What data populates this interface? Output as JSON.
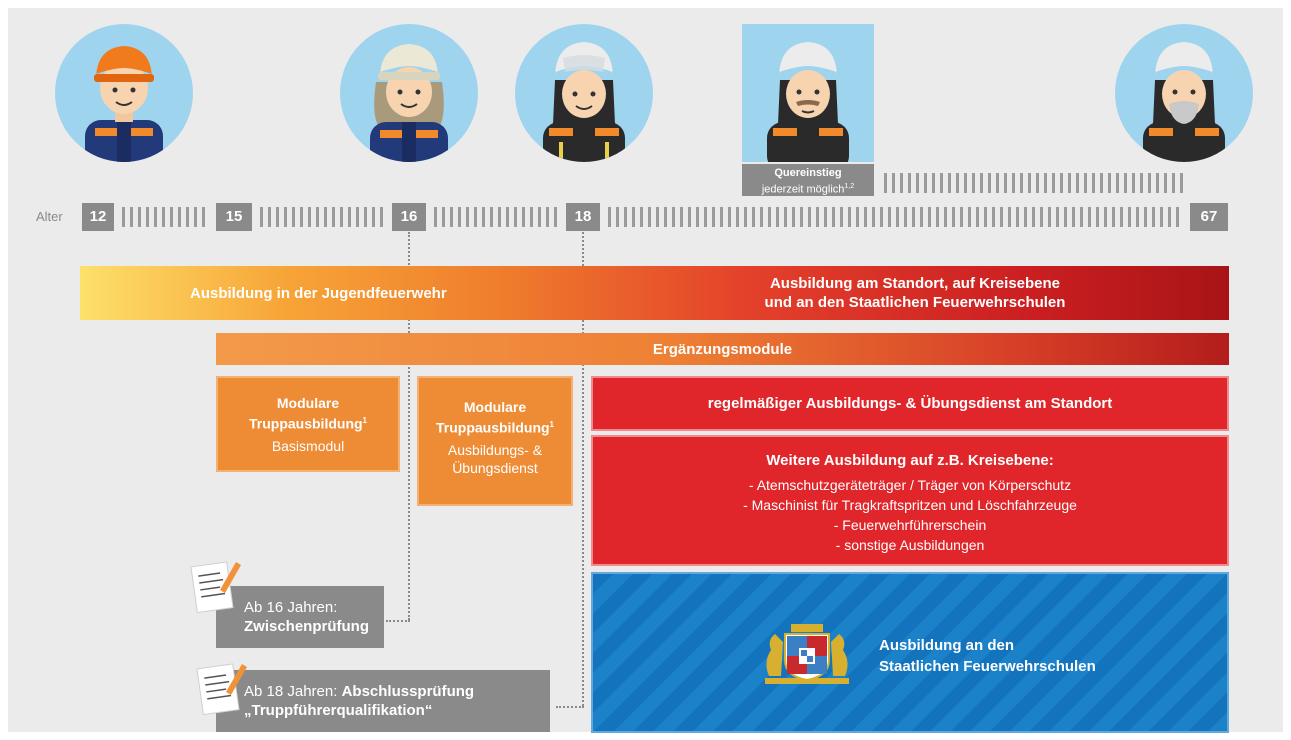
{
  "timeline": {
    "label": "Alter",
    "ages": [
      "12",
      "15",
      "16",
      "18",
      "67"
    ],
    "note_title": "Quereinstieg",
    "note_text": "jederzeit möglich",
    "note_sup": "1,2"
  },
  "bars": {
    "youth": "Ausbildung in der Jugendfeuerwehr",
    "standort_line1": "Ausbildung am Standort, auf Kreisebene",
    "standort_line2": "und an den Staatlichen Feuerwehrschulen",
    "modules": "Ergänzungsmodule"
  },
  "module_boxes": [
    {
      "title1": "Modulare",
      "title2": "Truppausbildung",
      "sup": "1",
      "sub": "Basismodul"
    },
    {
      "title1": "Modulare",
      "title2": "Truppausbildung",
      "sup": "1",
      "sub1": "Ausbildungs- &",
      "sub2": "Übungsdienst"
    }
  ],
  "regular": "regelmäßiger Ausbildungs- & Übungsdienst am Standort",
  "further": {
    "title": "Weitere Ausbildung auf z.B. Kreisebene:",
    "items": [
      "- Atemschutzgeräteträger / Träger von Körperschutz",
      "- Maschinist für Tragkraftspritzen und Löschfahrzeuge",
      "- Feuerwehrführerschein",
      "- sonstige Ausbildungen"
    ]
  },
  "school": {
    "line1": "Ausbildung an den",
    "line2": "Staatlichen Feuerwehrschulen"
  },
  "exams": {
    "e1_prefix": "Ab 16 Jahren:",
    "e1_bold": "Zwischenprüfung",
    "e2_prefix": "Ab 18 Jahren: ",
    "e2_bold1": "Abschlussprüfung",
    "e2_bold2": "„Truppführerqualifikation“"
  },
  "colors": {
    "grey": "#8a8a8a",
    "orange": "#ee8c36",
    "red": "#e0262a",
    "blue": "#1473bd",
    "avatar_bg": "#9fd4ee"
  }
}
